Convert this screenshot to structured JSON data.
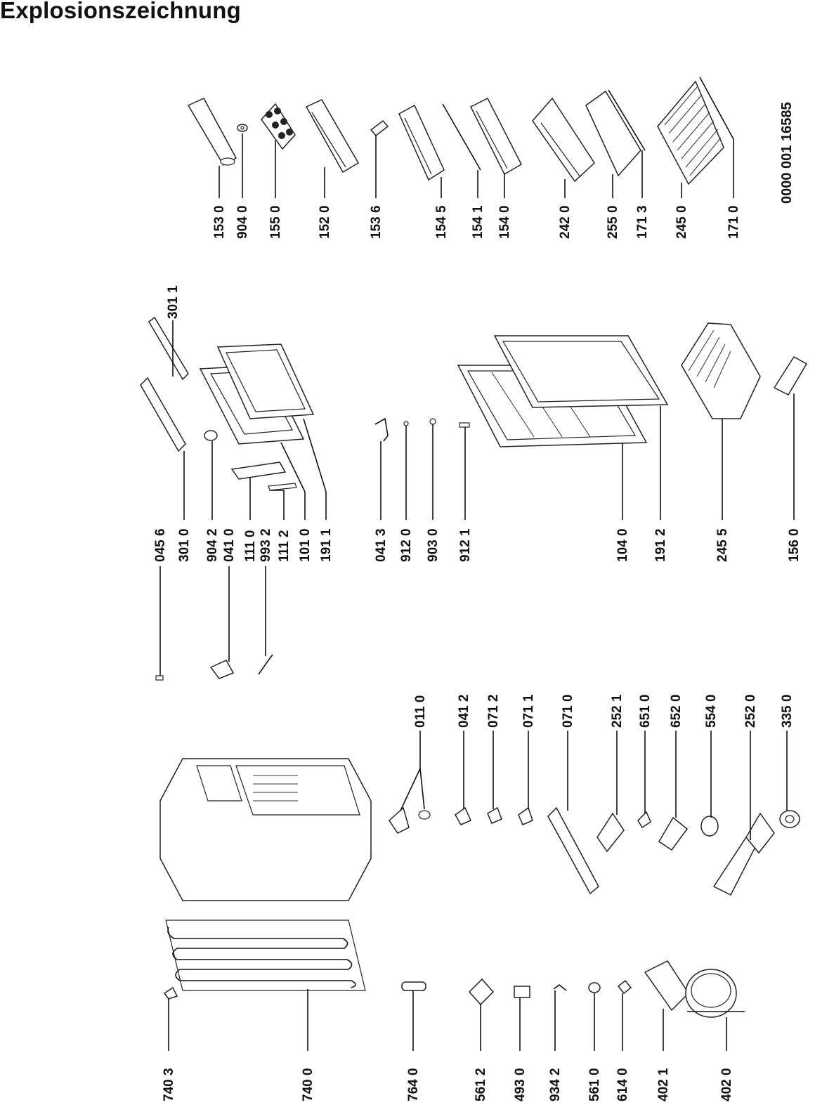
{
  "title": "Explosionszeichnung",
  "document_number": "0000 001 16585",
  "columns": {
    "shelves": [
      "153 0",
      "904 0",
      "155 0",
      "152 0",
      "153 6",
      "154 5",
      "154 1",
      "154 0",
      "242 0",
      "255 0",
      "171 3",
      "245 0",
      "171 0"
    ],
    "door_top": [
      "301 1"
    ],
    "door": [
      "045 6",
      "301 0",
      "904 2",
      "041 0",
      "111 0",
      "993 2",
      "111 2",
      "101 0",
      "191 1",
      "041 3",
      "912 0",
      "903 0",
      "912 1",
      "104 0",
      "191 2",
      "245 5",
      "156 0"
    ],
    "cabinet": [
      "011 0",
      "041 2",
      "071 2",
      "071 1",
      "071 0",
      "252 1",
      "651 0",
      "652 0",
      "554 0",
      "252 0",
      "335 0"
    ],
    "cooling": [
      "740 3",
      "740 0",
      "764 0",
      "561 2",
      "493 0",
      "934 2",
      "561 0",
      "614 0",
      "402 1",
      "402 0"
    ]
  }
}
